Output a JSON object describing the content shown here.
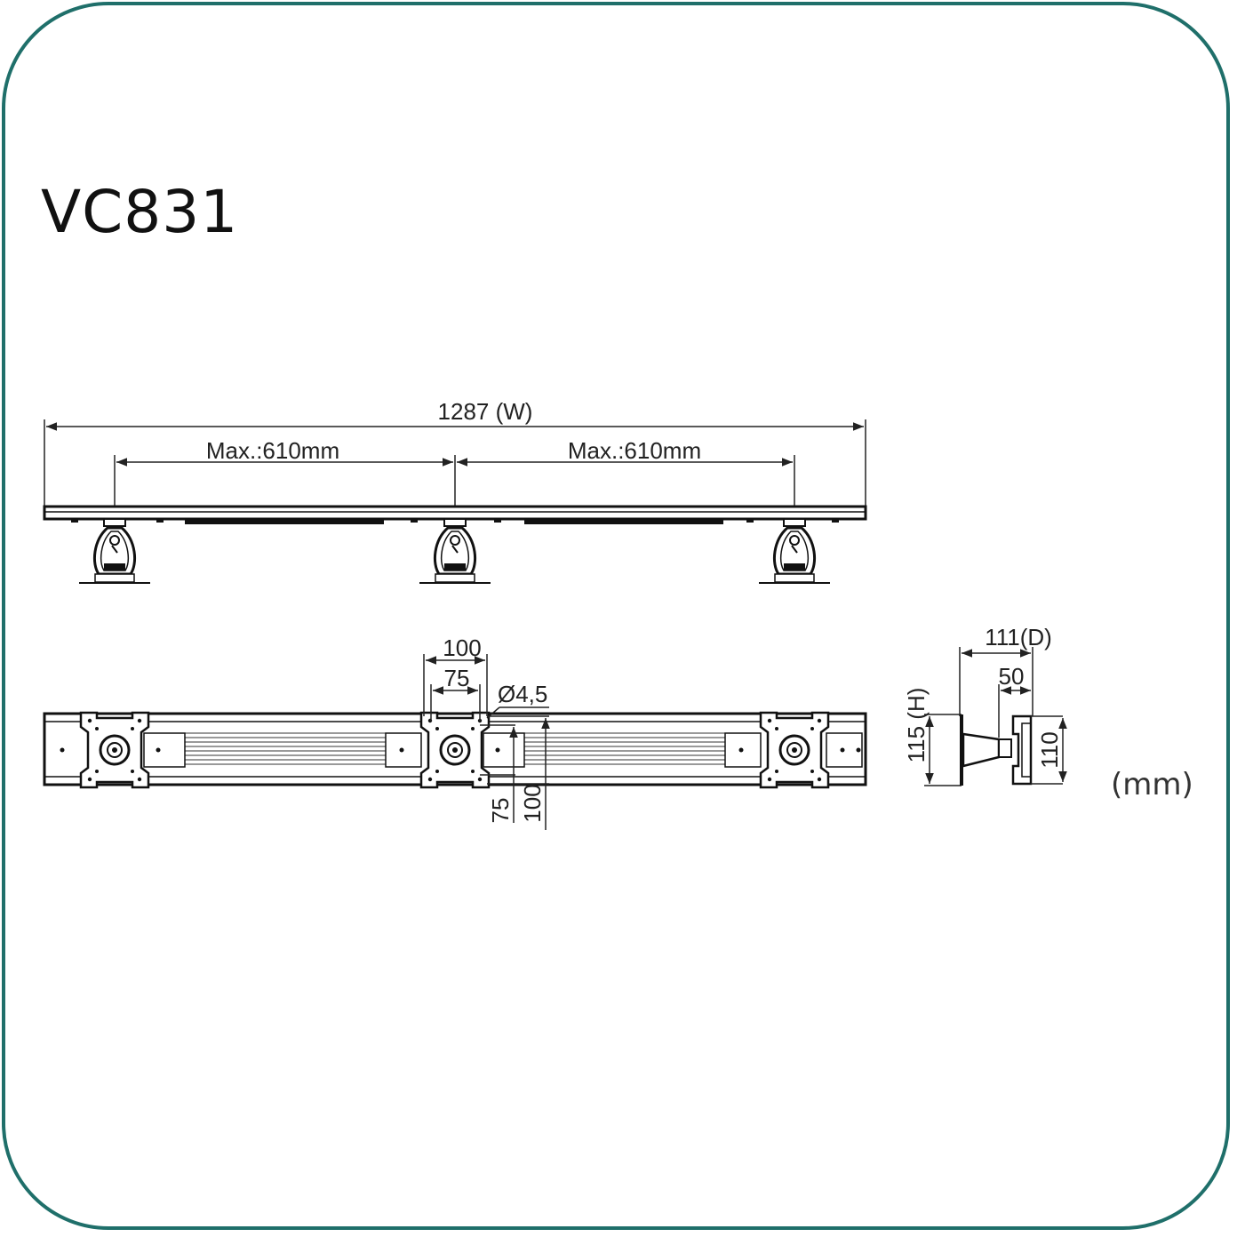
{
  "model": "VC831",
  "unit_label": "(mm)",
  "front_view": {
    "width_label": "1287 (W)",
    "span_left_label": "Max.:610mm",
    "span_right_label": "Max.:610mm"
  },
  "top_view": {
    "vesa_100_h_label": "100",
    "vesa_75_h_label": "75",
    "hole_label": "Ø4,5",
    "vesa_75_v_label": "75",
    "vesa_100_v_label": "100"
  },
  "side_view": {
    "depth_label": "111(D)",
    "offset_label": "50",
    "height_label": "115 (H)",
    "plate_label": "110"
  }
}
